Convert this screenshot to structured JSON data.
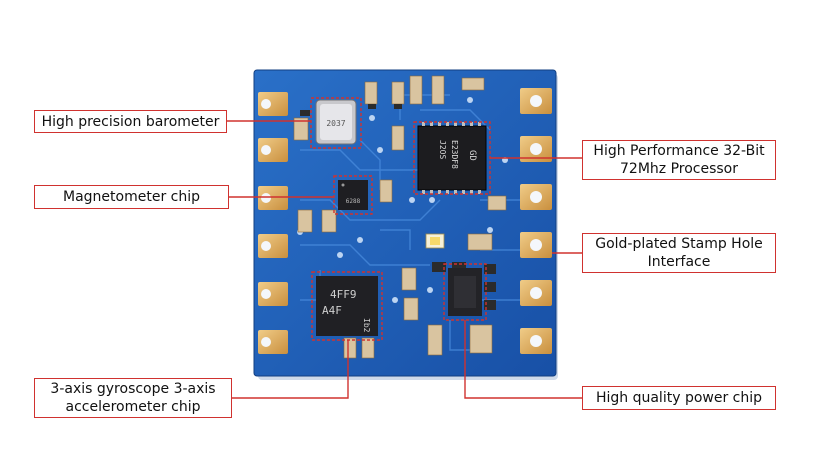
{
  "labels": {
    "barometer": "High precision barometer",
    "magnetometer": "Magnetometer chip",
    "gyro": "3-axis gyroscope 3-axis\naccelerometer chip",
    "processor": "High Performance 32-Bit\n72Mhz Processor",
    "stamp_hole": "Gold-plated Stamp Hole\nInterface",
    "power_chip": "High quality power chip"
  },
  "chip_markings": {
    "barometer_text": "2037",
    "mcu_logo": "GD",
    "mcu_line1": "E23DF8",
    "mcu_line2": "J2OS",
    "gyro_line1": "4FF9",
    "gyro_line2": "A4F",
    "gyro_line3": "Ib2",
    "mag_text": "6288"
  },
  "colors": {
    "pcb_blue": "#1d5fb8",
    "gold_pad": "#d9aa5c",
    "callout_red": "#d0322f"
  }
}
